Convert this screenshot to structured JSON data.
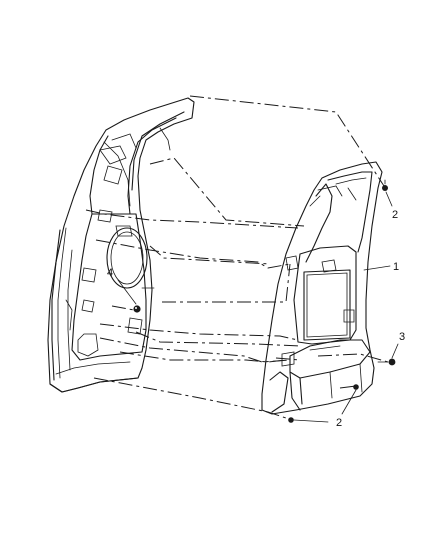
{
  "callouts": {
    "trim_panel": "1",
    "upper_fastener": "2",
    "lower_fastener": "2",
    "screw": "3",
    "push_pin": "4"
  }
}
